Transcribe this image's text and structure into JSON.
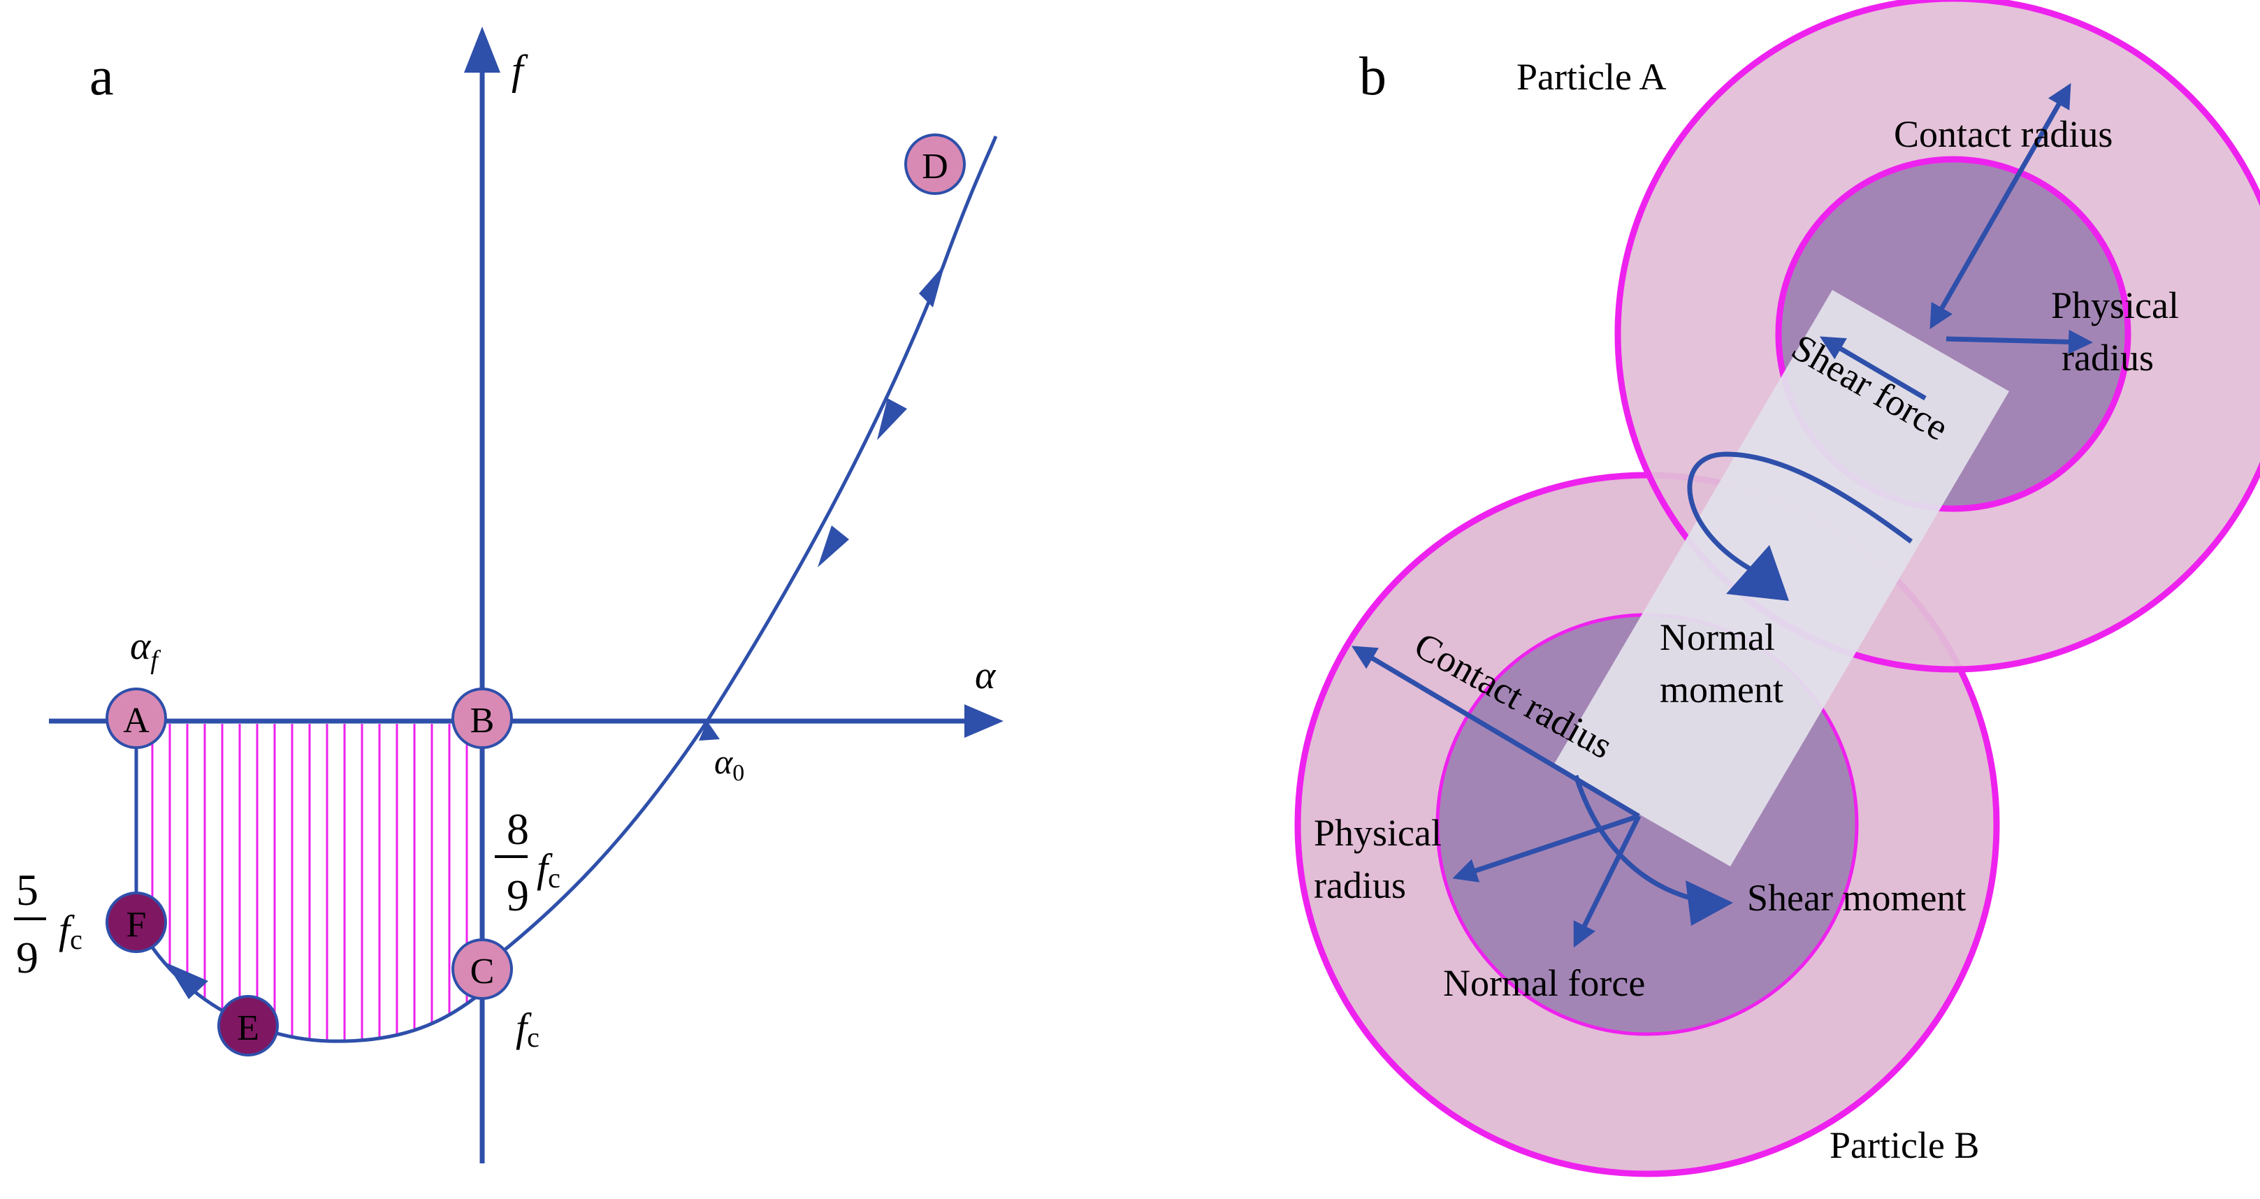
{
  "panel_a": {
    "panel_label": "a",
    "axis_labels": {
      "vertical": "f",
      "horizontal": "α",
      "alpha_f": "α",
      "alpha_f_sub": "f",
      "alpha_0": "α",
      "alpha_0_sub": "0"
    },
    "points": {
      "A": "A",
      "B": "B",
      "C": "C",
      "D": "D",
      "E": "E",
      "F": "F"
    },
    "fraction_8_9": {
      "numerator": "8",
      "denominator": "9",
      "symbol": "f",
      "subscript": "c"
    },
    "fraction_5_9": {
      "numerator": "5",
      "denominator": "9",
      "symbol": "f",
      "subscript": "c"
    },
    "fc_label": {
      "symbol": "f",
      "subscript": "c"
    }
  },
  "panel_b": {
    "panel_label": "b",
    "particle_a": "Particle A",
    "particle_b": "Particle B",
    "contact_radius_a": "Contact radius",
    "physical_radius_a_line1": "Physical",
    "physical_radius_a_line2": "radius",
    "shear_force": "Shear force",
    "normal_moment_line1": "Normal",
    "normal_moment_line2": "moment",
    "contact_radius_b": "Contact radius",
    "physical_radius_b_line1": "Physical",
    "physical_radius_b_line2": "radius",
    "shear_moment": "Shear moment",
    "normal_force": "Normal force"
  },
  "colors": {
    "axis_blue": "#2e4faa",
    "hatch_magenta": "#ee22ee",
    "ring_magenta": "#ee22ee",
    "outer_fill": "#e2bdd6",
    "inner_fill": "#a385b5",
    "bond_fill": "#e2dfea",
    "point_light": "#d98ab4",
    "point_dark": "#7f1763"
  }
}
